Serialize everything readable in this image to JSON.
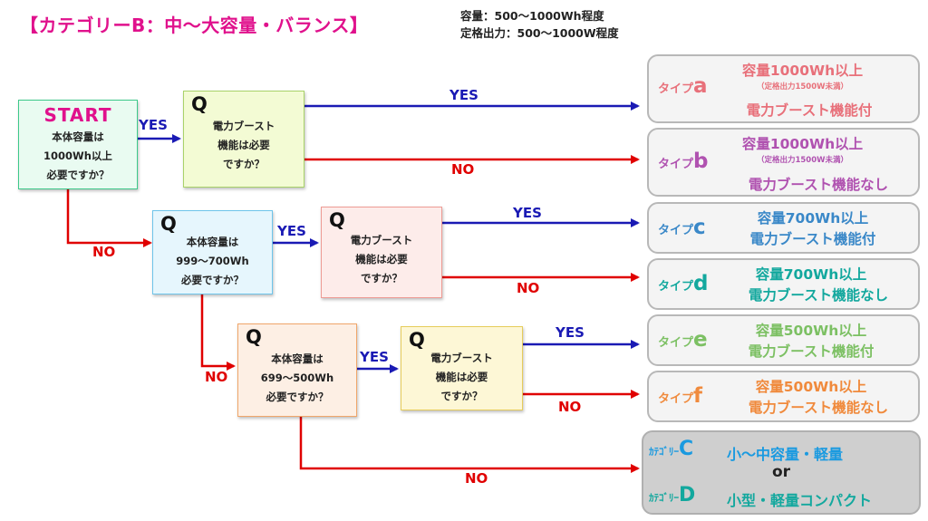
{
  "header": {
    "title": "【カテゴリーB：中～大容量・バランス】",
    "capacity": "容量：500～1000Wh程度",
    "rated_output": "定格出力：500～1000W程度"
  },
  "start": {
    "label": "START",
    "lines": [
      "本体容量は",
      "1000Wh以上",
      "必要ですか？"
    ]
  },
  "questions": {
    "q_mark": "Q",
    "boost": [
      "電力ブースト",
      "機能は必要",
      "ですか？"
    ],
    "cap700": [
      "本体容量は",
      "999～700Wh",
      "必要ですか？"
    ],
    "cap500": [
      "本体容量は",
      "699～500Wh",
      "必要ですか？"
    ]
  },
  "edges": {
    "yes": "YES",
    "no": "NO"
  },
  "results": {
    "a": {
      "prefix": "タイプ",
      "letter": "a",
      "line1": "容量1000Wh以上",
      "note": "（定格出力1500W未満）",
      "line2": "電力ブースト機能付"
    },
    "b": {
      "prefix": "タイプ",
      "letter": "b",
      "line1": "容量1000Wh以上",
      "note": "（定格出力1500W未満）",
      "line2": "電力ブースト機能なし"
    },
    "c": {
      "prefix": "タイプ",
      "letter": "c",
      "line1": "容量700Wh以上",
      "line2": "電力ブースト機能付"
    },
    "d": {
      "prefix": "タイプ",
      "letter": "d",
      "line1": "容量700Wh以上",
      "line2": "電力ブースト機能なし"
    },
    "e": {
      "prefix": "タイプ",
      "letter": "e",
      "line1": "容量500Wh以上",
      "line2": "電力ブースト機能付"
    },
    "f": {
      "prefix": "タイプ",
      "letter": "f",
      "line1": "容量500Wh以上",
      "line2": "電力ブースト機能なし"
    },
    "other": {
      "c_prefix": "ｶﾃｺﾞﾘｰ",
      "c_letter": "C",
      "c_text": "小～中容量・軽量",
      "or": "or",
      "d_prefix": "ｶﾃｺﾞﾘｰ",
      "d_letter": "D",
      "d_text": "小型・軽量コンパクト"
    }
  },
  "colors": {
    "title": "#e0118c",
    "yes_arrow": "#1a1ab4",
    "no_arrow": "#e00000",
    "type_a": "#e8707a",
    "type_b": "#b052b0",
    "type_c": "#3a88c8",
    "type_d": "#13a89e",
    "type_e": "#7cc063",
    "type_f": "#f08a3c",
    "category": "#1a9ae0"
  }
}
